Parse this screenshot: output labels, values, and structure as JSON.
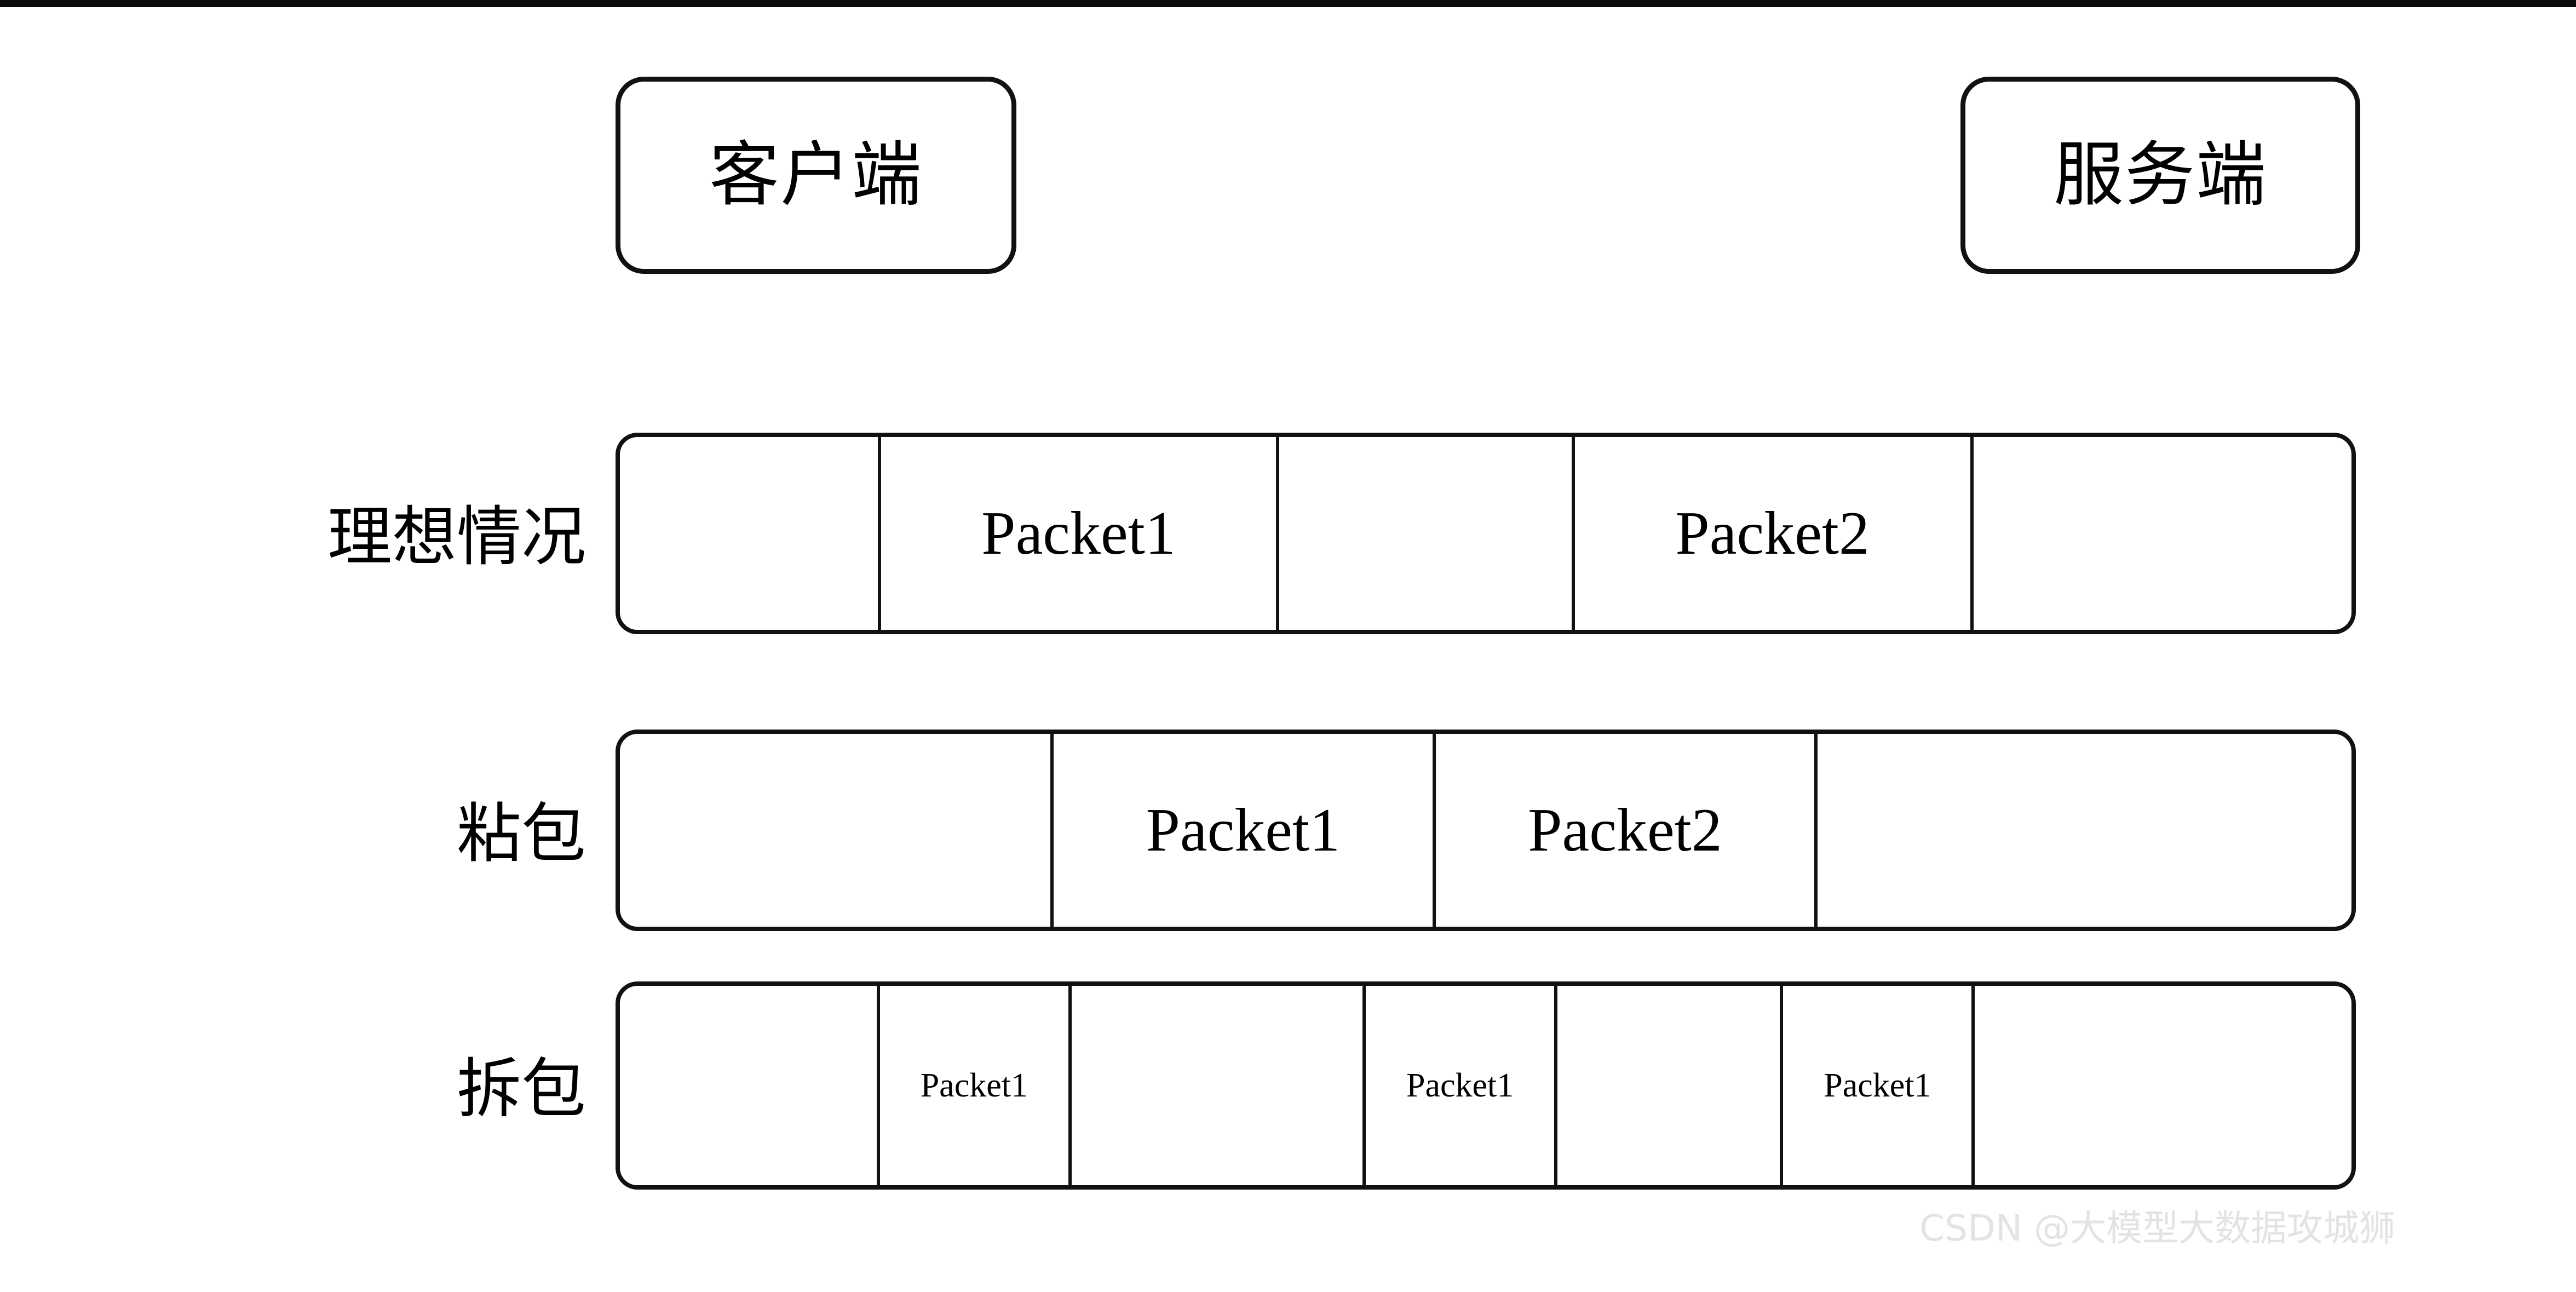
{
  "colors": {
    "stroke": "#111111",
    "background": "#ffffff",
    "watermark": "#e3e3e3",
    "top_bar": "#0b0b0b"
  },
  "endpoints": {
    "client": "客户端",
    "server": "服务端"
  },
  "rows": [
    {
      "id": "ideal",
      "label": "理想情况",
      "text_size": "lg",
      "segments": [
        {
          "text": "",
          "flex": 15
        },
        {
          "text": "Packet1",
          "flex": 23
        },
        {
          "text": "",
          "flex": 17
        },
        {
          "text": "Packet2",
          "flex": 23
        },
        {
          "text": "",
          "flex": 22
        }
      ]
    },
    {
      "id": "sticky",
      "label": "粘包",
      "text_size": "lg",
      "segments": [
        {
          "text": "",
          "flex": 25
        },
        {
          "text": "Packet1",
          "flex": 22
        },
        {
          "text": "Packet2",
          "flex": 22
        },
        {
          "text": "",
          "flex": 31
        }
      ]
    },
    {
      "id": "split",
      "label": "拆包",
      "text_size": "sm",
      "segments": [
        {
          "text": "",
          "flex": 15
        },
        {
          "text": "Packet1",
          "flex": 11
        },
        {
          "text": "",
          "flex": 17
        },
        {
          "text": "Packet1",
          "flex": 11
        },
        {
          "text": "",
          "flex": 13
        },
        {
          "text": "Packet1",
          "flex": 11
        },
        {
          "text": "",
          "flex": 22
        }
      ]
    }
  ],
  "watermark": "CSDN @大模型大数据攻城狮"
}
